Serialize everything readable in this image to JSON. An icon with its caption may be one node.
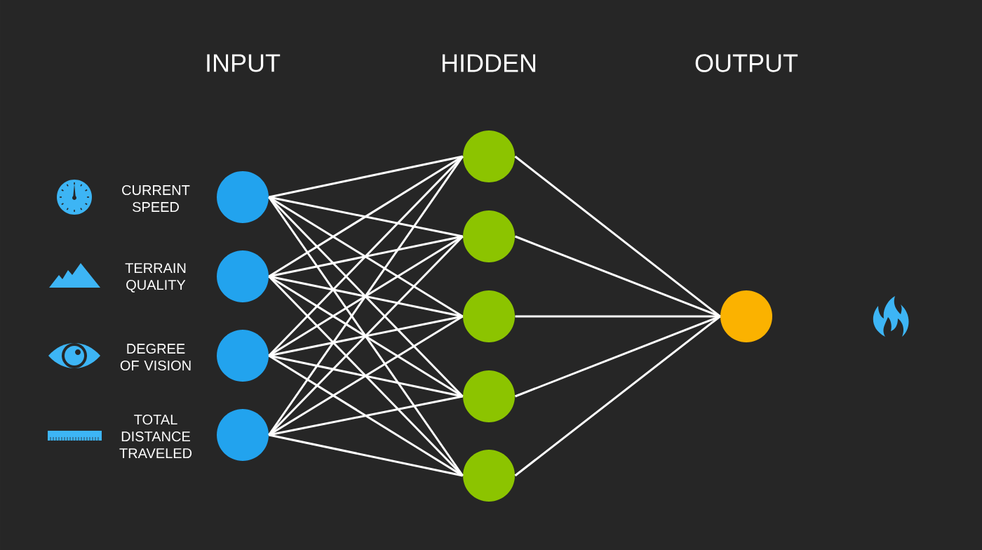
{
  "diagram": {
    "nodes": [
      {
        "text": [],
        "shape": "circle",
        "beside": [
          "CURRENT SPEED"
        ]
      },
      {
        "text": [],
        "shape": "circle",
        "beside": [
          "TERRAIN QUALITY"
        ]
      },
      {
        "text": [],
        "shape": "circle",
        "beside": [
          "DEGREE OF VISION"
        ]
      },
      {
        "text": [],
        "shape": "circle",
        "beside": [
          "TOTAL DISTANCE TRAVELED"
        ]
      },
      {
        "text": [],
        "shape": "circle"
      },
      {
        "text": [],
        "shape": "circle"
      },
      {
        "text": [],
        "shape": "circle"
      },
      {
        "text": [],
        "shape": "circle"
      },
      {
        "text": [],
        "shape": "circle"
      },
      {
        "text": [],
        "shape": "circle"
      }
    ],
    "edges": [
      {
        "from": 0,
        "to": 4,
        "arrow": "none"
      },
      {
        "from": 0,
        "to": 5,
        "arrow": "none"
      },
      {
        "from": 0,
        "to": 6,
        "arrow": "none"
      },
      {
        "from": 0,
        "to": 7,
        "arrow": "none"
      },
      {
        "from": 0,
        "to": 8,
        "arrow": "none"
      },
      {
        "from": 1,
        "to": 4,
        "arrow": "none"
      },
      {
        "from": 1,
        "to": 5,
        "arrow": "none"
      },
      {
        "from": 1,
        "to": 6,
        "arrow": "none"
      },
      {
        "from": 1,
        "to": 7,
        "arrow": "none"
      },
      {
        "from": 1,
        "to": 8,
        "arrow": "none"
      },
      {
        "from": 2,
        "to": 4,
        "arrow": "none"
      },
      {
        "from": 2,
        "to": 5,
        "arrow": "none"
      },
      {
        "from": 2,
        "to": 6,
        "arrow": "none"
      },
      {
        "from": 2,
        "to": 7,
        "arrow": "none"
      },
      {
        "from": 2,
        "to": 8,
        "arrow": "none"
      },
      {
        "from": 3,
        "to": 4,
        "arrow": "none"
      },
      {
        "from": 3,
        "to": 5,
        "arrow": "none"
      },
      {
        "from": 3,
        "to": 6,
        "arrow": "none"
      },
      {
        "from": 3,
        "to": 7,
        "arrow": "none"
      },
      {
        "from": 3,
        "to": 8,
        "arrow": "none"
      },
      {
        "from": 4,
        "to": 9,
        "arrow": "none"
      },
      {
        "from": 5,
        "to": 9,
        "arrow": "none"
      },
      {
        "from": 6,
        "to": 9,
        "arrow": "none"
      },
      {
        "from": 7,
        "to": 9,
        "arrow": "none"
      },
      {
        "from": 8,
        "to": 9,
        "arrow": "none"
      }
    ],
    "labels": [
      "INPUT",
      "HIDDEN",
      "OUTPUT"
    ]
  }
}
